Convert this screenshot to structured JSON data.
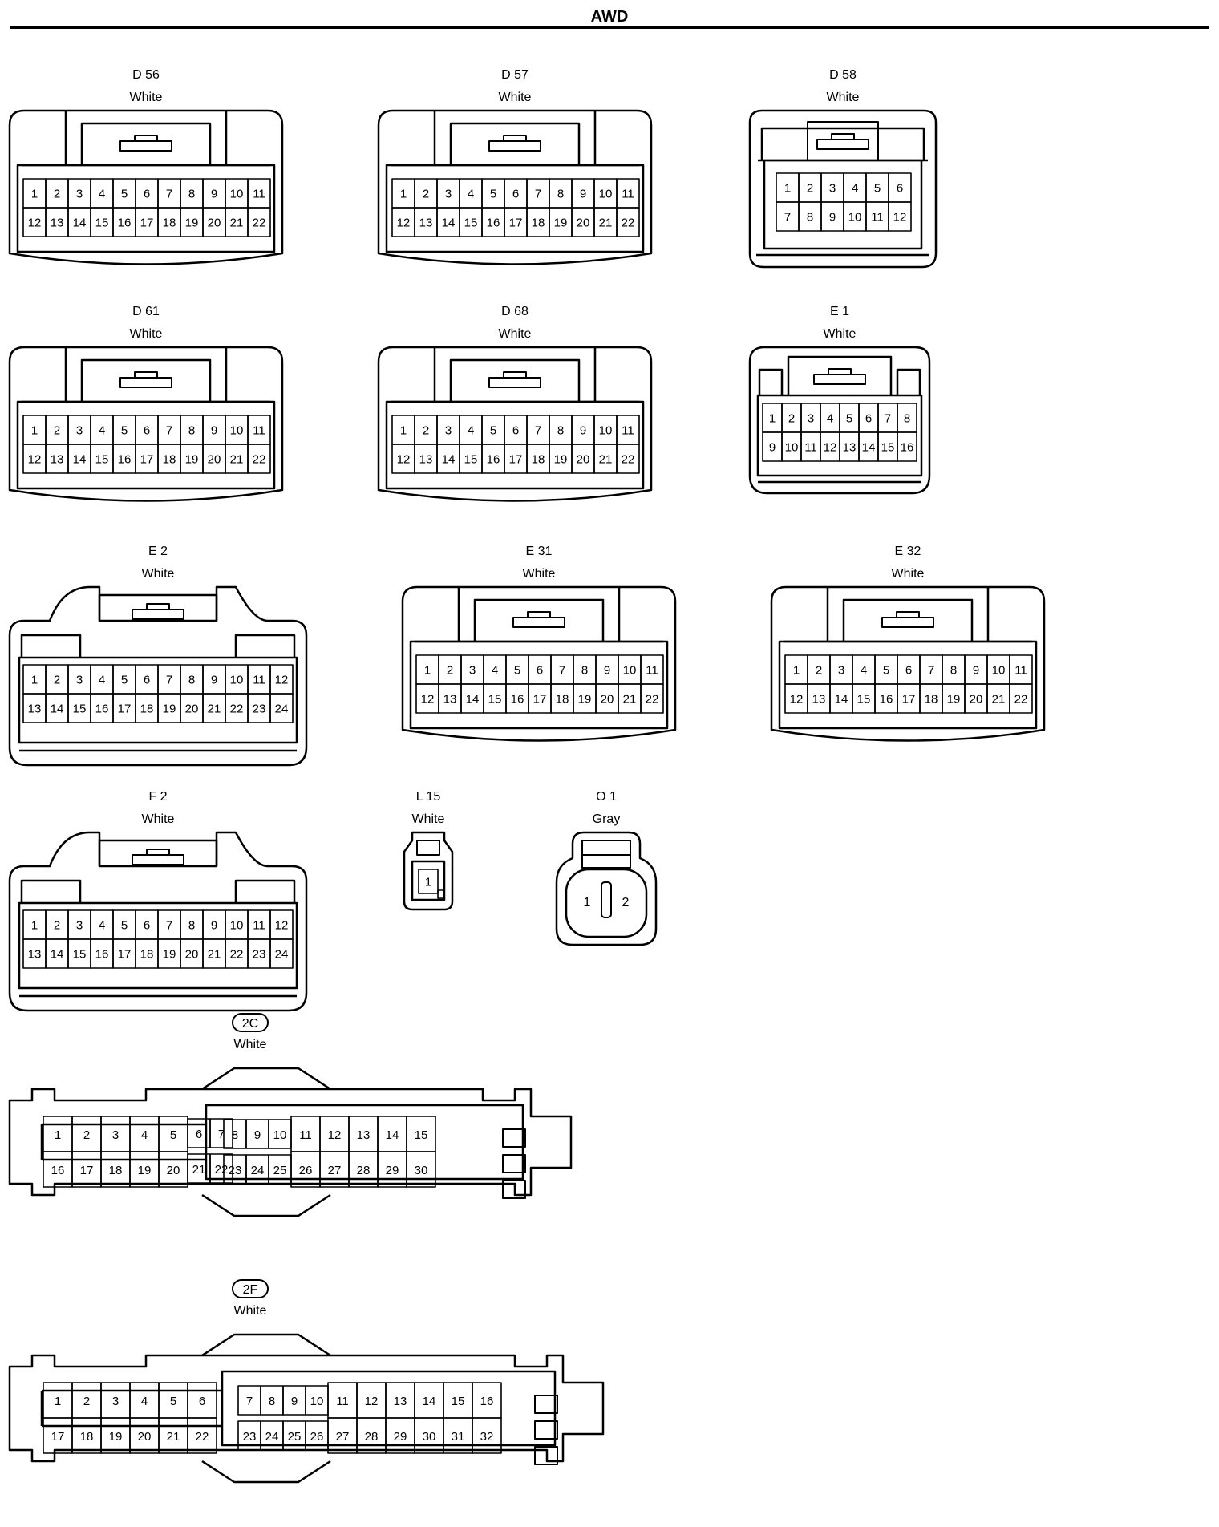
{
  "header": {
    "title": "AWD"
  },
  "connectors": [
    {
      "id": "d56",
      "code": "D 56",
      "color": "White",
      "rows": [
        [
          "1",
          "2",
          "3",
          "4",
          "5",
          "6",
          "7",
          "8",
          "9",
          "10",
          "11"
        ],
        [
          "12",
          "13",
          "14",
          "15",
          "16",
          "17",
          "18",
          "19",
          "20",
          "21",
          "22"
        ]
      ]
    },
    {
      "id": "d57",
      "code": "D 57",
      "color": "White",
      "rows": [
        [
          "1",
          "2",
          "3",
          "4",
          "5",
          "6",
          "7",
          "8",
          "9",
          "10",
          "11"
        ],
        [
          "12",
          "13",
          "14",
          "15",
          "16",
          "17",
          "18",
          "19",
          "20",
          "21",
          "22"
        ]
      ]
    },
    {
      "id": "d58",
      "code": "D 58",
      "color": "White",
      "rows": [
        [
          "1",
          "2",
          "3",
          "4",
          "5",
          "6"
        ],
        [
          "7",
          "8",
          "9",
          "10",
          "11",
          "12"
        ]
      ]
    },
    {
      "id": "d61",
      "code": "D 61",
      "color": "White",
      "rows": [
        [
          "1",
          "2",
          "3",
          "4",
          "5",
          "6",
          "7",
          "8",
          "9",
          "10",
          "11"
        ],
        [
          "12",
          "13",
          "14",
          "15",
          "16",
          "17",
          "18",
          "19",
          "20",
          "21",
          "22"
        ]
      ]
    },
    {
      "id": "d68",
      "code": "D 68",
      "color": "White",
      "rows": [
        [
          "1",
          "2",
          "3",
          "4",
          "5",
          "6",
          "7",
          "8",
          "9",
          "10",
          "11"
        ],
        [
          "12",
          "13",
          "14",
          "15",
          "16",
          "17",
          "18",
          "19",
          "20",
          "21",
          "22"
        ]
      ]
    },
    {
      "id": "e1",
      "code": "E 1",
      "color": "White",
      "rows": [
        [
          "1",
          "2",
          "3",
          "4",
          "5",
          "6",
          "7",
          "8"
        ],
        [
          "9",
          "10",
          "11",
          "12",
          "13",
          "14",
          "15",
          "16"
        ]
      ]
    },
    {
      "id": "e2",
      "code": "E 2",
      "color": "White",
      "rows": [
        [
          "1",
          "2",
          "3",
          "4",
          "5",
          "6",
          "7",
          "8",
          "9",
          "10",
          "11",
          "12"
        ],
        [
          "13",
          "14",
          "15",
          "16",
          "17",
          "18",
          "19",
          "20",
          "21",
          "22",
          "23",
          "24"
        ]
      ]
    },
    {
      "id": "e31",
      "code": "E 31",
      "color": "White",
      "rows": [
        [
          "1",
          "2",
          "3",
          "4",
          "5",
          "6",
          "7",
          "8",
          "9",
          "10",
          "11"
        ],
        [
          "12",
          "13",
          "14",
          "15",
          "16",
          "17",
          "18",
          "19",
          "20",
          "21",
          "22"
        ]
      ]
    },
    {
      "id": "e32",
      "code": "E 32",
      "color": "White",
      "rows": [
        [
          "1",
          "2",
          "3",
          "4",
          "5",
          "6",
          "7",
          "8",
          "9",
          "10",
          "11"
        ],
        [
          "12",
          "13",
          "14",
          "15",
          "16",
          "17",
          "18",
          "19",
          "20",
          "21",
          "22"
        ]
      ]
    },
    {
      "id": "f2",
      "code": "F 2",
      "color": "White",
      "rows": [
        [
          "1",
          "2",
          "3",
          "4",
          "5",
          "6",
          "7",
          "8",
          "9",
          "10",
          "11",
          "12"
        ],
        [
          "13",
          "14",
          "15",
          "16",
          "17",
          "18",
          "19",
          "20",
          "21",
          "22",
          "23",
          "24"
        ]
      ]
    },
    {
      "id": "l15",
      "code": "L 15",
      "color": "White",
      "rows": [
        [
          "1"
        ]
      ]
    },
    {
      "id": "o1",
      "code": "O 1",
      "color": "Gray",
      "rows": [
        [
          "1",
          "2"
        ]
      ]
    },
    {
      "id": "2c",
      "code": "2C",
      "color": "White",
      "left": [
        [
          "1",
          "2",
          "3",
          "4",
          "5",
          "6",
          "7"
        ],
        [
          "16",
          "17",
          "18",
          "19",
          "20",
          "21",
          "22"
        ]
      ],
      "right": [
        [
          "8",
          "9",
          "10",
          "11",
          "12",
          "13",
          "14",
          "15"
        ],
        [
          "23",
          "24",
          "25",
          "26",
          "27",
          "28",
          "29",
          "30"
        ]
      ]
    },
    {
      "id": "2f",
      "code": "2F",
      "color": "White",
      "left": [
        [
          "1",
          "2",
          "3",
          "4",
          "5",
          "6"
        ],
        [
          "17",
          "18",
          "19",
          "20",
          "21",
          "22"
        ]
      ],
      "right": [
        [
          "7",
          "8",
          "9",
          "10",
          "11",
          "12",
          "13",
          "14",
          "15",
          "16"
        ],
        [
          "23",
          "24",
          "25",
          "26",
          "27",
          "28",
          "29",
          "30",
          "31",
          "32"
        ]
      ]
    }
  ]
}
